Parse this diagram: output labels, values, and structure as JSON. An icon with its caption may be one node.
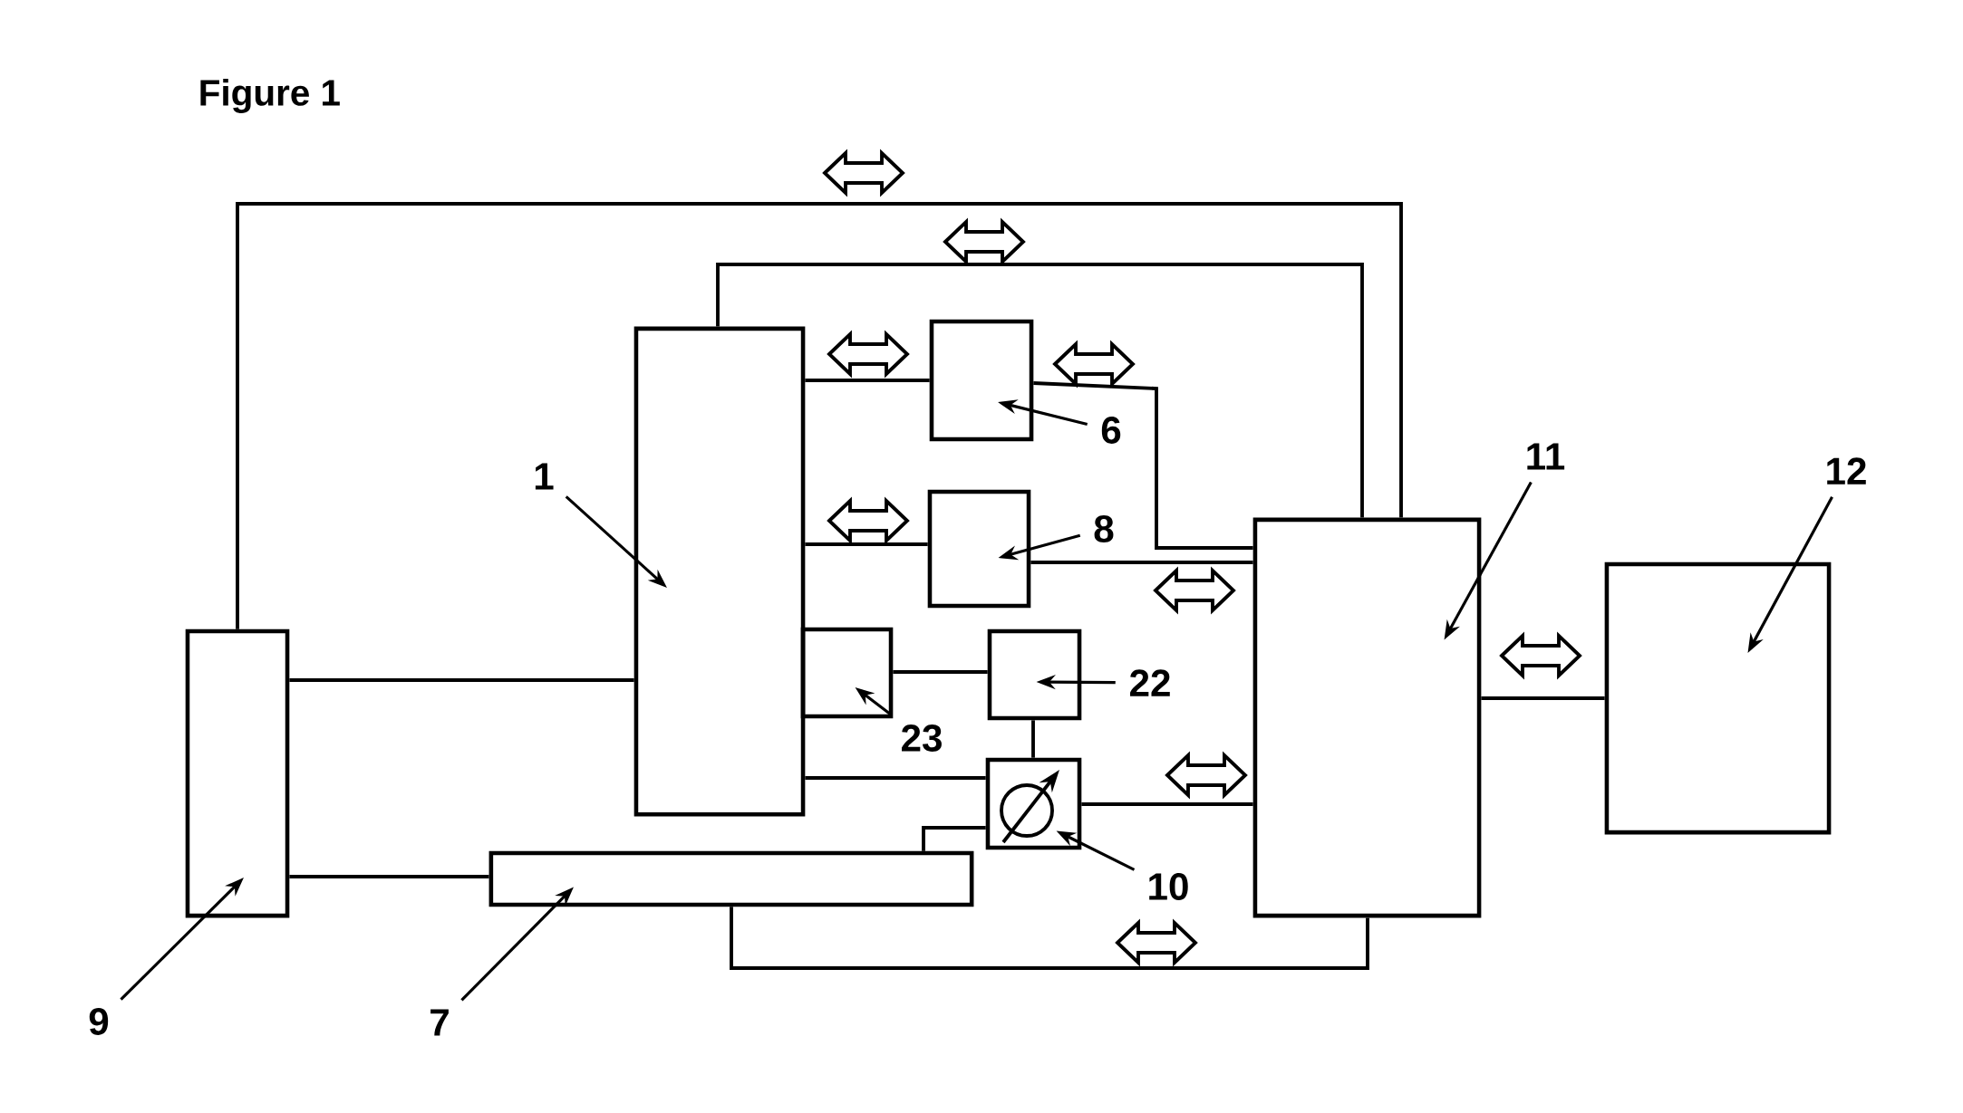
{
  "diagram": {
    "title": "Figure 1",
    "nodes": [
      {
        "text": [],
        "shape": "box"
      },
      {
        "text": [],
        "shape": "box"
      },
      {
        "text": [],
        "shape": "box"
      },
      {
        "text": [],
        "shape": "box"
      },
      {
        "text": [],
        "shape": "box"
      },
      {
        "text": [],
        "shape": "box"
      },
      {
        "text": [],
        "shape": "box"
      },
      {
        "text": [],
        "shape": "box"
      },
      {
        "text": [],
        "shape": "box"
      },
      {
        "text": [],
        "shape": "box"
      },
      {
        "text": [
          "6"
        ]
      },
      {
        "text": [
          "11"
        ]
      },
      {
        "text": [
          "12"
        ]
      },
      {
        "text": [
          "1"
        ]
      },
      {
        "text": [
          "8"
        ]
      },
      {
        "text": [
          "22"
        ]
      },
      {
        "text": [
          "23"
        ]
      },
      {
        "text": [
          "10"
        ]
      },
      {
        "text": [
          "9"
        ]
      },
      {
        "text": [
          "7"
        ]
      }
    ],
    "edges": [
      {
        "from": 7,
        "to": 3,
        "arrow": "none"
      },
      {
        "from": 0,
        "to": 3,
        "arrow": "none"
      },
      {
        "from": 0,
        "to": 1,
        "arrow": "none"
      },
      {
        "from": 1,
        "to": 3,
        "arrow": "none"
      },
      {
        "from": 0,
        "to": 2,
        "arrow": "none"
      },
      {
        "from": 2,
        "to": 3,
        "arrow": "none"
      },
      {
        "from": 7,
        "to": 0,
        "arrow": "none"
      },
      {
        "from": 5,
        "to": 6,
        "arrow": "none"
      },
      {
        "from": 6,
        "to": 8,
        "arrow": "none"
      },
      {
        "from": 0,
        "to": 8,
        "arrow": "none"
      },
      {
        "from": 8,
        "to": 3,
        "arrow": "none"
      },
      {
        "from": 8,
        "to": 9,
        "arrow": "none"
      },
      {
        "from": 7,
        "to": 9,
        "arrow": "none"
      },
      {
        "from": 9,
        "to": 3,
        "arrow": "none"
      },
      {
        "from": 3,
        "to": 4,
        "arrow": "none"
      },
      {
        "from": 10,
        "to": 1,
        "arrow": "to"
      },
      {
        "from": 11,
        "to": 3,
        "arrow": "to"
      },
      {
        "from": 12,
        "to": 4,
        "arrow": "to"
      },
      {
        "from": 13,
        "to": 0,
        "arrow": "to"
      },
      {
        "from": 14,
        "to": 2,
        "arrow": "to"
      },
      {
        "from": 15,
        "to": 6,
        "arrow": "to"
      },
      {
        "from": 16,
        "to": 5,
        "arrow": "to"
      },
      {
        "from": 17,
        "to": 8,
        "arrow": "to"
      },
      {
        "from": 18,
        "to": 7,
        "arrow": "to"
      },
      {
        "from": 19,
        "to": 9,
        "arrow": "to"
      }
    ]
  }
}
